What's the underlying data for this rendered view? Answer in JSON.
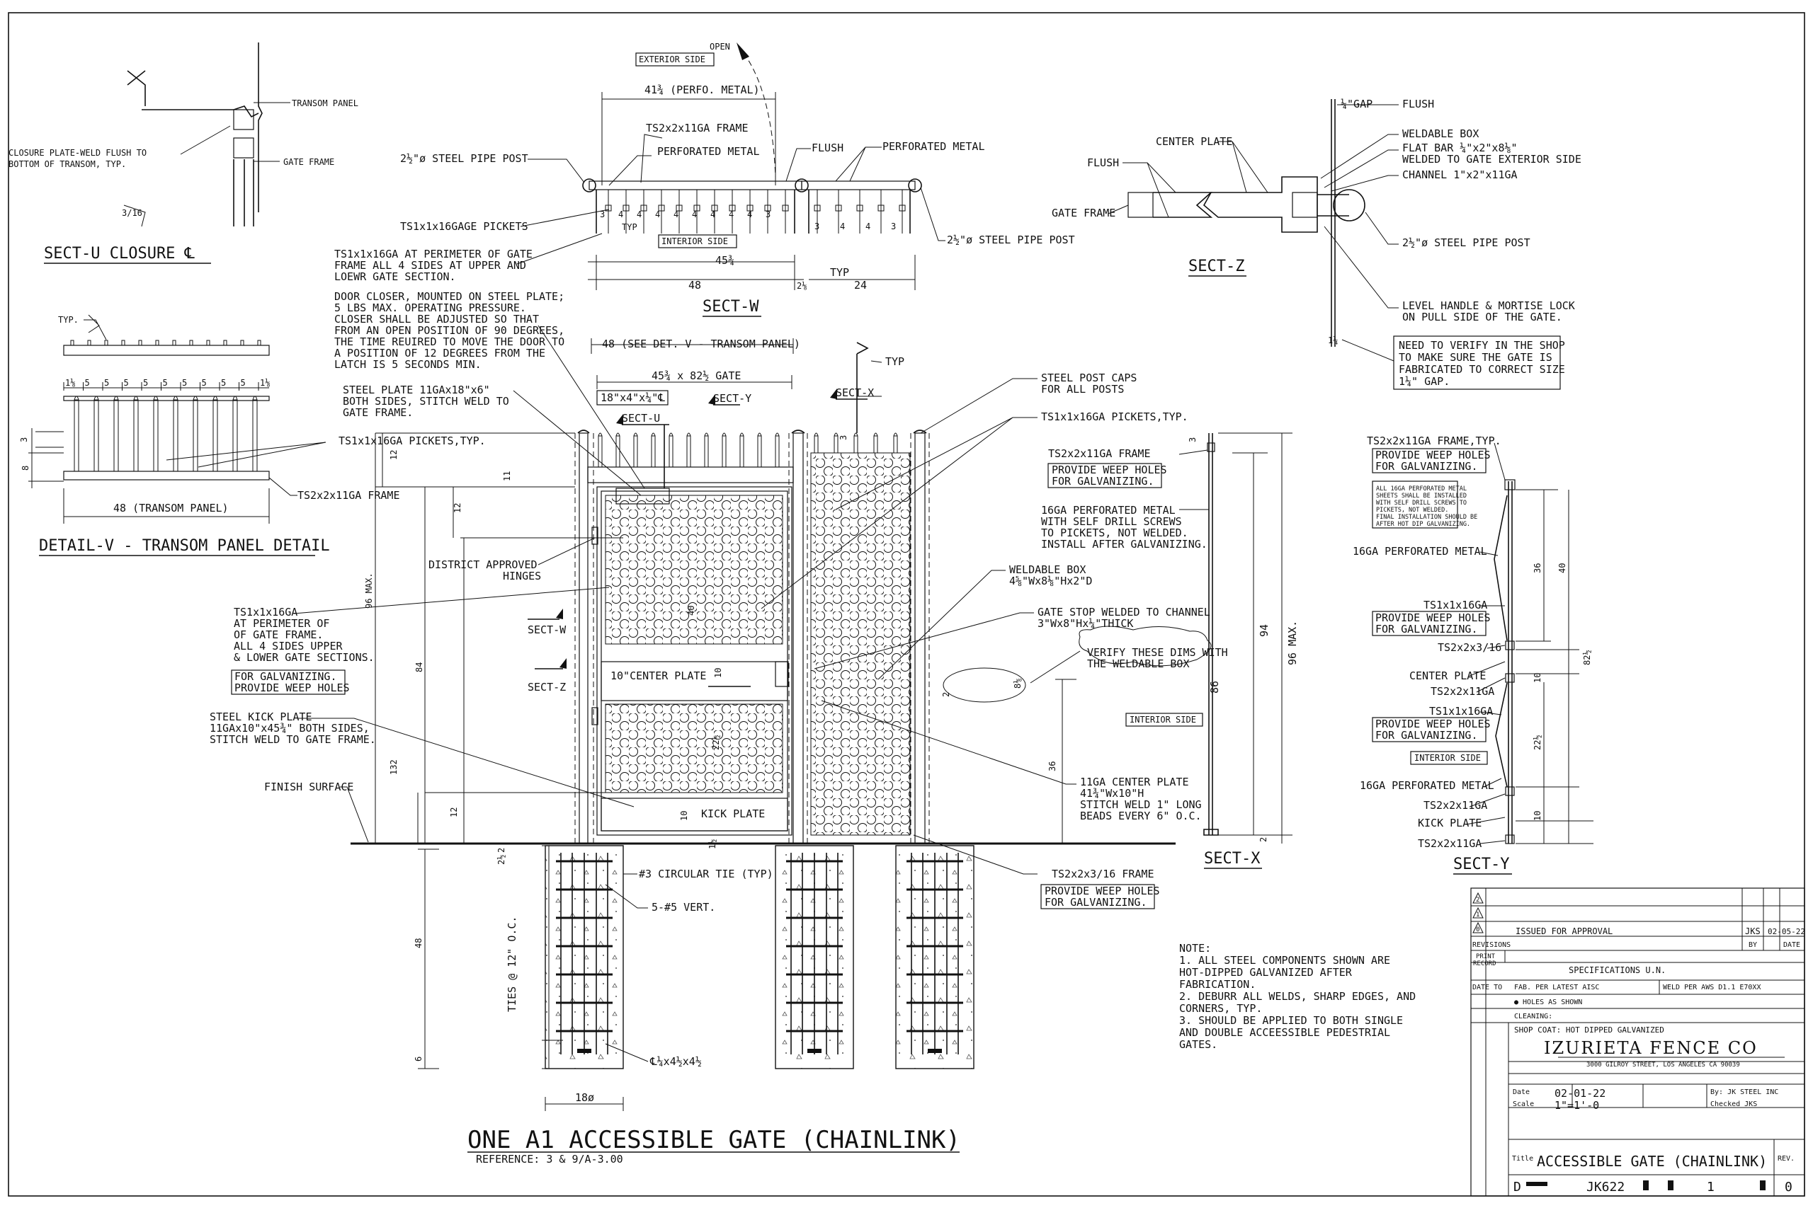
{
  "drawing": {
    "title": "ONE A1 ACCESSIBLE GATE (CHAINLINK)",
    "reference": "REFERENCE: 3 & 9/A-3.00"
  },
  "sect_u": {
    "title": "SECT-U CLOSURE ℄",
    "transom_panel": "TRANSOM PANEL",
    "gate_frame": "GATE FRAME",
    "closure_1": "CLOSURE PLATE-WELD FLUSH TO",
    "closure_2": "BOTTOM OF TRANSOM, TYP.",
    "weld_size": "3/16"
  },
  "detail_v": {
    "title": "DETAIL-V - TRANSOM PANEL DETAIL",
    "typ": "TYP.",
    "pickets": "TS1x1x16GA PICKETS,TYP.",
    "frame": "TS2x2x11GA FRAME",
    "width": "48  (TRANSOM PANEL)",
    "spacing": [
      "1⅛",
      "5",
      "5",
      "5",
      "5",
      "5",
      "5",
      "5",
      "5",
      "5",
      "1⅛"
    ],
    "dim_3": "3",
    "dim_8": "8"
  },
  "sect_w": {
    "title": "SECT-W",
    "open": "OPEN",
    "exterior": "EXTERIOR SIDE",
    "perfo_width": "41¾ (PERFO. METAL)",
    "frame": "TS2x2x11GA FRAME",
    "perforated": "PERFORATED METAL",
    "flush": "FLUSH",
    "perforated_2": "PERFORATED METAL",
    "pipe_post": "2½\"ø STEEL PIPE POST",
    "pickets": "TS1x1x16GAGE PICKETS",
    "pipe_post_2": "2½\"ø STEEL PIPE POST",
    "typ": "TYP",
    "interior": "INTERIOR SIDE",
    "dim_inner": "45¾",
    "dim_48": "48",
    "dim_gap": "2⅛",
    "dim_typ": "TYP",
    "dim_24": "24",
    "spacing": [
      "3",
      "4",
      "4",
      "4",
      "4",
      "4",
      "4",
      "4",
      "4",
      "3"
    ],
    "spacing_right": [
      "3",
      "4",
      "4",
      "3"
    ]
  },
  "sect_z": {
    "title": "SECT-Z",
    "gap": "¼\"GAP",
    "flush": "FLUSH",
    "center_plate": "CENTER PLATE",
    "flush_2": "FLUSH",
    "gate_frame": "GATE FRAME",
    "box": "WELDABLE BOX",
    "flat_bar_1": "FLAT BAR ¼\"x2\"x8⅛\"",
    "flat_bar_2": "WELDED TO GATE EXTERIOR SIDE",
    "channel": "CHANNEL 1\"x2\"x11GA",
    "pipe_post": "2½\"ø STEEL PIPE POST",
    "handle_1": "LEVEL HANDLE & MORTISE LOCK",
    "handle_2": "ON PULL SIDE OF THE GATE.",
    "dim_gap": "1¼",
    "verify_1": "NEED TO VERIFY IN THE SHOP",
    "verify_2": "TO MAKE SURE THE GATE IS",
    "verify_3": "FABRICATED TO CORRECT SIZE",
    "verify_4": "1¼\" GAP."
  },
  "notes_left": {
    "pickets_1": "TS1x1x16GA AT PERIMETER OF GATE",
    "pickets_2": "FRAME ALL 4 SIDES AT UPPER AND",
    "pickets_3": "LOEWR GATE SECTION.",
    "closer_1": "DOOR CLOSER, MOUNTED ON STEEL PLATE;",
    "closer_2": "5 LBS MAX. OPERATING PRESSURE.",
    "closer_3": "CLOSER SHALL BE ADJUSTED SO THAT",
    "closer_4": "FROM AN OPEN POSITION OF 90 DEGREES,",
    "closer_5": "THE TIME REUIRED TO MOVE THE DOOR TO",
    "closer_6": "A POSITION OF 12 DEGREES FROM THE",
    "closer_7": "LATCH IS 5 SECONDS MIN.",
    "plate_1": "STEEL PLATE 11GAx18\"x6\"",
    "plate_2": "BOTH SIDES, STITCH WELD TO",
    "plate_3": "GATE FRAME.",
    "hinges_1": "DISTRICT APPROVED",
    "hinges_2": "HINGES",
    "ts1_1": "TS1x1x16GA",
    "ts1_2": "AT PERIMETER OF",
    "ts1_3": "OF GATE FRAME.",
    "ts1_4": "ALL 4 SIDES UPPER",
    "ts1_5": "& LOWER GATE SECTIONS.",
    "galv_1": "FOR GALVANIZING.",
    "galv_2": "PROVIDE WEEP HOLES",
    "kick_1": "STEEL KICK PLATE",
    "kick_2": "11GAx10\"x45¾\" BOTH SIDES,",
    "kick_3": "STITCH WELD TO GATE FRAME.",
    "finish": "FINISH SURFACE"
  },
  "elevation": {
    "top_dim": "48 (SEE DET. V - TRANSOM PANEL)",
    "gate_size": "45¾ x 82½  GATE",
    "plate_dim": "18\"x4\"x¼\"℄",
    "sect_u": "SECT-U",
    "sect_y": "SECT-Y",
    "sect_x": "SECT-X",
    "sect_w": "SECT-W",
    "sect_z": "SECT-Z",
    "typ": "TYP",
    "center_plate": "10\"CENTER PLATE",
    "kick_plate": "KICK PLATE",
    "dim_12a": "12",
    "dim_11": "11",
    "dim_12b": "12",
    "dim_96": "96 MAX.",
    "dim_84": "84",
    "dim_132": "132",
    "dim_12c": "12",
    "dim_40": "40",
    "dim_10a": "10",
    "dim_22": "22½",
    "dim_10b": "10",
    "dim_1": "1½",
    "dim_36": "36",
    "dim_3": "3",
    "dim_8": "8⅛",
    "dim_2": "2",
    "post_caps_1": "STEEL POST CAPS",
    "post_caps_2": "FOR ALL POSTS",
    "pickets_typ": "TS1x1x16GA PICKETS,TYP.",
    "box_1": "WELDABLE BOX",
    "box_2": "4⅝\"Wx8⅛\"Hx2\"D",
    "stop_1": "GATE STOP WELDED TO CHANNEL",
    "stop_2": "3\"Wx8\"Hx¼\"THICK",
    "verify_1": "VERIFY THESE DIMS WITH",
    "verify_2": "THE WELDABLE BOX",
    "center_1": "11GA CENTER PLATE",
    "center_2": "41¾\"Wx10\"H",
    "center_3": "STITCH WELD 1\" LONG",
    "center_4": "BEADS EVERY 6\" O.C.",
    "frame_316": "TS2x2x3/16 FRAME",
    "weep_1": "PROVIDE WEEP HOLES",
    "weep_2": "FOR GALVANIZING."
  },
  "footing": {
    "circ_tie": "#3 CIRCULAR TIE (TYP)",
    "vert": "5-#5 VERT.",
    "plate": "℄¼x4½x4½",
    "dia": "18ø",
    "dim_48": "48",
    "dim_6": "6",
    "dim_2a": "2",
    "dim_2b": "2½",
    "ties": "TIES @ 12\" O.C."
  },
  "sect_x": {
    "title": "SECT-X",
    "frame": "TS2x2x11GA FRAME",
    "weep_1": "PROVIDE WEEP HOLES",
    "weep_2": "FOR GALVANIZING.",
    "perf_1": "16GA PERFORATED METAL",
    "perf_2": "WITH SELF DRILL SCREWS",
    "perf_3": "TO PICKETS, NOT WELDED.",
    "perf_4": "INSTALL AFTER GALVANIZING.",
    "interior": "INTERIOR SIDE",
    "dim_94": "94",
    "dim_86": "86",
    "dim_96": "96 MAX.",
    "dim_3": "3",
    "dim_2": "2"
  },
  "sect_y": {
    "title": "SECT-Y",
    "frame_typ": "TS2x2x11GA FRAME,TYP.",
    "weep_1": "PROVIDE WEEP HOLES",
    "weep_2": "FOR GALVANIZING.",
    "note_1": "ALL 16GA PERFORATED METAL",
    "note_2": "SHEETS SHALL BE INSTALLED",
    "note_3": "WITH SELF DRILL SCREWS TO",
    "note_4": "PICKETS, NOT WELDED.",
    "note_5": "FINAL INSTALLATION SHOULD BE",
    "note_6": "AFTER HOT DIP GALVANIZING.",
    "perf": "16GA PERFORATED METAL",
    "ts1": "TS1x1x16GA",
    "weep_3": "PROVIDE WEEP HOLES",
    "weep_4": "FOR GALVANIZING.",
    "ts316": "TS2x2x3/16",
    "center": "CENTER PLATE",
    "ts11": "TS2x2x11GA",
    "ts1b": "TS1x1x16GA",
    "weep_5": "PROVIDE WEEP HOLES",
    "weep_6": "FOR GALVANIZING.",
    "interior": "INTERIOR SIDE",
    "perf_2": "16GA PERFORATED METAL",
    "ts11b": "TS2x2x11GA",
    "kick": "KICK PLATE",
    "ts11c": "TS2x2x11GA",
    "dim_36": "36",
    "dim_40": "40",
    "dim_10a": "10",
    "dim_82": "82½",
    "dim_22": "22½",
    "dim_10b": "10"
  },
  "notes": {
    "head": "NOTE:",
    "l1": "1. ALL STEEL COMPONENTS SHOWN ARE",
    "l2": "HOT-DIPPED GALVANIZED AFTER",
    "l3": "FABRICATION.",
    "l4": "2. DEBURR ALL WELDS, SHARP EDGES, AND",
    "l5": "CORNERS, TYP.",
    "l6": "3.   SHOULD BE APPLIED TO BOTH SINGLE",
    "l7": "AND DOUBLE ACCEESSIBLE PEDESTRIAL",
    "l8": "GATES."
  },
  "title_block": {
    "rev_symbols": [
      "2",
      "1",
      "0"
    ],
    "issued": "ISSUED FOR APPROVAL",
    "by_initials": "JKS",
    "issue_date": "02-05-22",
    "revisions": "REVISIONS",
    "by": "BY",
    "date_hdr": "DATE",
    "print": "PRINT",
    "record": "RECORD",
    "specs": "SPECIFICATIONS  U.N.",
    "date_to": "DATE TO",
    "fab": "FAB. PER LATEST AISC",
    "weld": "WELD PER AWS D1.1 E70XX",
    "holes": "● HOLES AS SHOWN",
    "cleaning": "CLEANING:",
    "shop_coat": "SHOP COAT:  HOT DIPPED GALVANIZED",
    "company": "IZURIETA FENCE CO",
    "address": "3000 GILROY STREET, LOS ANGELES CA 90039",
    "date_label": "Date",
    "date_val": "02-01-22",
    "scale_label": "Scale",
    "scale_val": "1\"=1'-0",
    "by_label": "By: JK STEEL INC",
    "checked": "Checked JKS",
    "title_label": "Title",
    "title_val": "ACCESSIBLE GATE (CHAINLINK)",
    "rev_label": "REV.",
    "size": "D",
    "dwg_no": "JK622",
    "sheet": "1",
    "rev": "0"
  }
}
